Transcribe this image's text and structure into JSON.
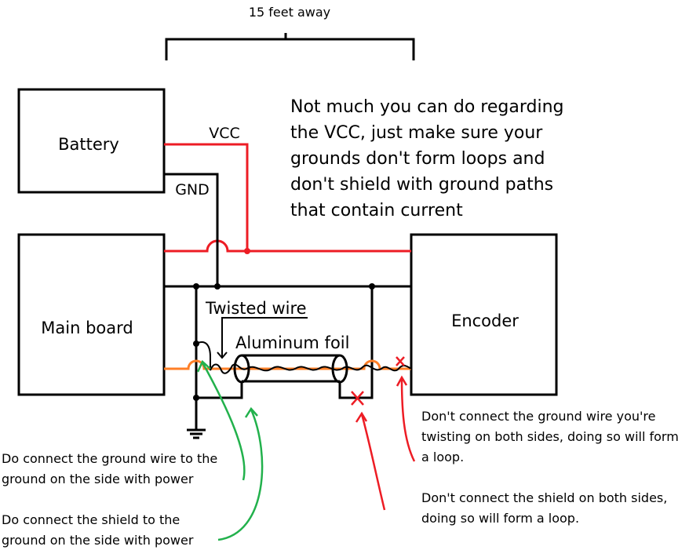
{
  "distance_label": "15 feet away",
  "blocks": {
    "battery": "Battery",
    "main_board": "Main board",
    "encoder": "Encoder"
  },
  "wire_labels": {
    "vcc": "VCC",
    "gnd": "GND",
    "twisted_wire": "Twisted wire",
    "aluminum_foil": "Aluminum foil"
  },
  "note_lines": [
    "Not much you can do regarding",
    "the VCC, just make sure your",
    "grounds don't form loops and",
    "don't shield with ground paths",
    "that contain current"
  ],
  "annotations": {
    "twist_one_side": [
      "Don't connect the ground wire you're",
      "twisting on both sides, doing so will form",
      "a loop."
    ],
    "shield_one_side": [
      "Don't connect the shield on both sides,",
      "doing so will form a loop."
    ],
    "ground_wire_power": [
      "Do connect the ground wire to the",
      "ground on the side with power"
    ],
    "shield_power": [
      "Do connect the shield to the",
      "ground on the side with power"
    ]
  },
  "colors": {
    "vcc": "#ed1c24",
    "signal": "#ff7f27",
    "ok_arrow": "#22b14c",
    "bad_arrow": "#ed1c24",
    "wire": "#000000"
  }
}
